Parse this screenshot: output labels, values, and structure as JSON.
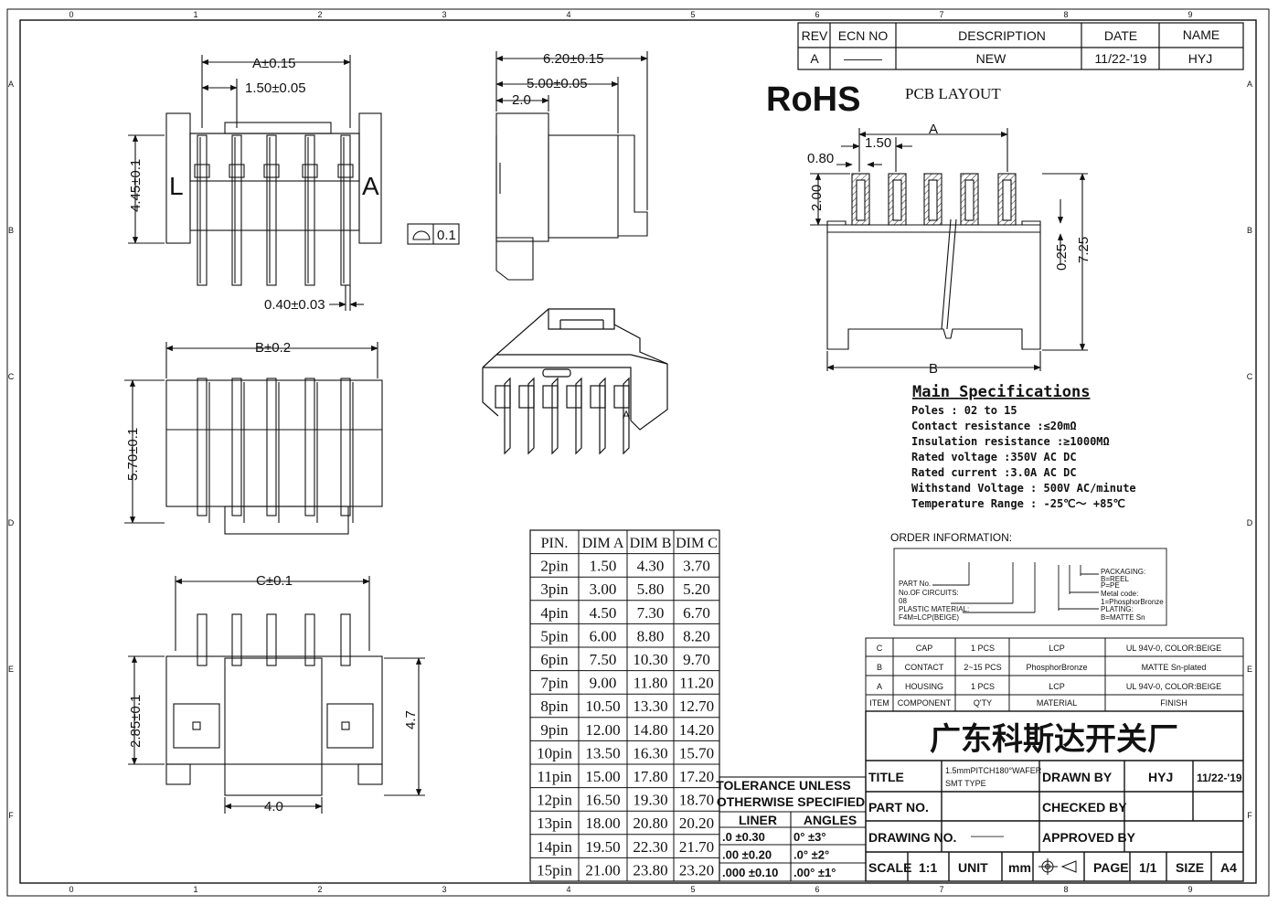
{
  "frame": {
    "columns": [
      "0",
      "1",
      "2",
      "3",
      "4",
      "5",
      "6",
      "7",
      "8",
      "9"
    ],
    "rows": [
      "A",
      "B",
      "C",
      "D",
      "E",
      "F"
    ]
  },
  "revision": {
    "headers": [
      "REV",
      "ECN NO",
      "DESCRIPTION",
      "DATE",
      "NAME"
    ],
    "row": [
      "A",
      "———",
      "NEW",
      "11/22-'19",
      "HYJ"
    ]
  },
  "rohs": "RoHS",
  "pcb_layout": {
    "title": "PCB LAYOUT",
    "dims": {
      "a": "A",
      "pitch": "1.50",
      "pad_w": "0.80",
      "pad_h": "2.00",
      "offset": "0.25",
      "depth": "7.25",
      "b": "B"
    }
  },
  "views": {
    "top": {
      "a": "A±0.15",
      "pitch": "1.50±0.05",
      "height": "4.45±0.1",
      "pin": "0.40±0.03",
      "mark_l": "L",
      "mark_a": "A"
    },
    "side": {
      "overall": "6.20±0.15",
      "inner": "5.00±0.05",
      "step": "2.0",
      "flatness": "0.1"
    },
    "front": {
      "b": "B±0.2",
      "height": "5.70±0.1"
    },
    "bottom": {
      "c": "C±0.1",
      "height": "2.85±0.1",
      "depth": "4.7",
      "width": "4.0"
    },
    "iso_mark": "A"
  },
  "specs": {
    "title": "Main Specifications",
    "lines": [
      "Poles : 02 to 15",
      "Contact resistance :≤20mΩ",
      "Insulation resistance :≥1000MΩ",
      "Rated voltage :350V AC DC",
      "Rated current :3.0A AC DC",
      "Withstand Voltage : 500V AC/minute",
      "Temperature Range : -25℃～ +85℃"
    ]
  },
  "order": {
    "title": "ORDER INFORMATION:",
    "left": [
      "PART No.",
      "No.OF CIRCUITS:",
      "08",
      "PLASTIC MATERIAL:",
      "F4M=LCP(BEIGE)"
    ],
    "right": [
      "PACKAGING:",
      "B=REEL",
      "P=PE",
      "Metal code:",
      "1=PhosphorBronze",
      "PLATING:",
      "B=MATTE Sn"
    ]
  },
  "dim_table": {
    "headers": [
      "PIN.",
      "DIM A",
      "DIM B",
      "DIM C"
    ],
    "rows": [
      [
        "2pin",
        "1.50",
        "4.30",
        "3.70"
      ],
      [
        "3pin",
        "3.00",
        "5.80",
        "5.20"
      ],
      [
        "4pin",
        "4.50",
        "7.30",
        "6.70"
      ],
      [
        "5pin",
        "6.00",
        "8.80",
        "8.20"
      ],
      [
        "6pin",
        "7.50",
        "10.30",
        "9.70"
      ],
      [
        "7pin",
        "9.00",
        "11.80",
        "11.20"
      ],
      [
        "8pin",
        "10.50",
        "13.30",
        "12.70"
      ],
      [
        "9pin",
        "12.00",
        "14.80",
        "14.20"
      ],
      [
        "10pin",
        "13.50",
        "16.30",
        "15.70"
      ],
      [
        "11pin",
        "15.00",
        "17.80",
        "17.20"
      ],
      [
        "12pin",
        "16.50",
        "19.30",
        "18.70"
      ],
      [
        "13pin",
        "18.00",
        "20.80",
        "20.20"
      ],
      [
        "14pin",
        "19.50",
        "22.30",
        "21.70"
      ],
      [
        "15pin",
        "21.00",
        "23.80",
        "23.20"
      ]
    ]
  },
  "tolerance": {
    "title1": "TOLERANCE UNLESS",
    "title2": "OTHERWISE SPECIFIED",
    "h_liner": "LINER",
    "h_angles": "ANGLES",
    "rows": [
      [
        ".0 ±0.30",
        "0° ±3°"
      ],
      [
        ".00 ±0.20",
        ".0° ±2°"
      ],
      [
        ".000 ±0.10",
        ".00° ±1°"
      ]
    ]
  },
  "bom": {
    "rows": [
      [
        "C",
        "CAP",
        "1 PCS",
        "LCP",
        "UL 94V-0, COLOR:BEIGE"
      ],
      [
        "B",
        "CONTACT",
        "2~15 PCS",
        "PhosphorBronze",
        "MATTE Sn-plated"
      ],
      [
        "A",
        "HOUSING",
        "1 PCS",
        "LCP",
        "UL 94V-0, COLOR:BEIGE"
      ]
    ],
    "headers": [
      "ITEM",
      "COMPONENT",
      "Q'TY",
      "MATERIAL",
      "FINISH"
    ]
  },
  "title_block": {
    "company": "广东科斯达开关厂",
    "title_label": "TITLE",
    "title_value1": "1.5mmPITCH180°WAFER",
    "title_value2": "SMT TYPE",
    "drawn_label": "DRAWN BY",
    "drawn_value": "HYJ",
    "drawn_date": "11/22-'19",
    "part_label": "PART NO.",
    "checked_label": "CHECKED BY",
    "drawing_label": "DRAWING NO.",
    "drawing_value": "———",
    "approved_label": "APPROVED BY",
    "scale_label": "SCALE",
    "scale_value": "1:1",
    "unit_label": "UNIT",
    "unit_value": "mm",
    "page_label": "PAGE",
    "page_value": "1/1",
    "size_label": "SIZE",
    "size_value": "A4"
  }
}
